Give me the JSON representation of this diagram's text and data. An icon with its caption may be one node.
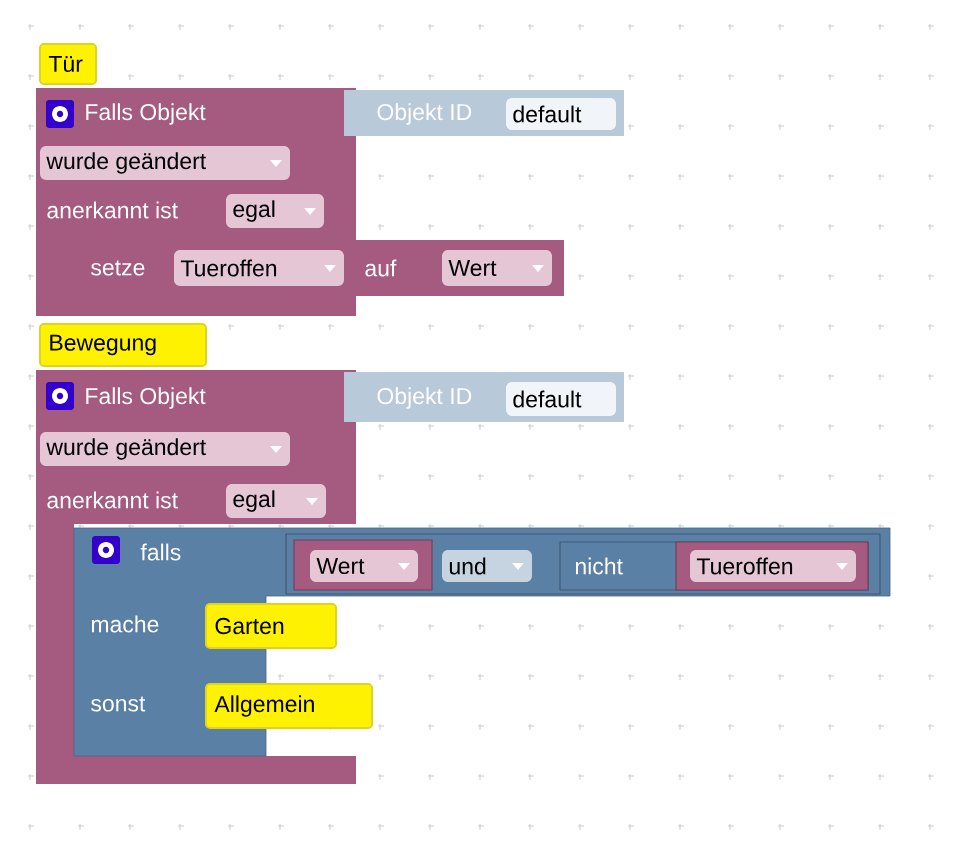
{
  "diagram": {
    "nodes": [
      {
        "text": [
          "Tür"
        ]
      },
      {
        "text": [
          "Falls Objekt",
          "anerkannt ist"
        ]
      },
      {
        "text": [
          "Objekt ID"
        ]
      },
      {
        "text": [
          "default"
        ],
        "in": 2
      },
      {
        "text": [
          "wurde geändert"
        ],
        "in": 1
      },
      {
        "text": [
          "egal"
        ],
        "in": 1
      },
      {
        "text": [
          "setze",
          "auf"
        ]
      },
      {
        "text": [
          "Tueroffen"
        ]
      },
      {
        "text": [
          "Wert"
        ],
        "in": 6
      },
      {
        "text": [
          "Bewegung"
        ]
      },
      {
        "text": [
          "Falls Objekt",
          "anerkannt ist"
        ]
      },
      {
        "text": [
          "Objekt ID"
        ]
      },
      {
        "text": [
          "default"
        ],
        "in": 11
      },
      {
        "text": [
          "wurde geändert"
        ],
        "in": 10
      },
      {
        "text": [
          "egal"
        ],
        "in": 10
      },
      {
        "text": [
          "falls",
          "mache",
          "sonst"
        ]
      },
      {
        "text": [
          "und"
        ],
        "in": 15
      },
      {
        "text": [
          "Wert"
        ],
        "in": 16
      },
      {
        "text": [
          "nicht"
        ],
        "in": 16
      },
      {
        "text": [
          "Tueroffen"
        ],
        "in": 18
      },
      {
        "text": [
          "Garten"
        ]
      },
      {
        "text": [
          "Allgemein"
        ]
      }
    ]
  }
}
